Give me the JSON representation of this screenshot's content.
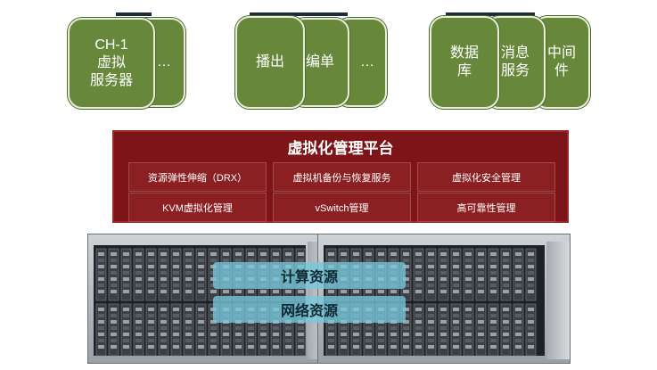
{
  "groups": [
    {
      "cards": [
        "CH-1\n虚拟\n服务器",
        "…"
      ]
    },
    {
      "cards": [
        "播出",
        "编单",
        "…"
      ]
    },
    {
      "cards": [
        "数据\n库",
        "消息\n服务",
        "中间\n件"
      ]
    }
  ],
  "platform": {
    "title": "虚拟化管理平台",
    "cells": [
      "资源弹性伸缩（DRX）",
      "虚拟机备份与恢复服务",
      "虚拟化安全管理",
      "KVM虚拟化管理",
      "vSwitch管理",
      "高可靠性管理"
    ]
  },
  "resources": {
    "compute": "计算资源",
    "network": "网络资源"
  },
  "colors": {
    "card_green": "#67883a",
    "platform_red": "#7d1518",
    "resource_cyan": "#78c8dc"
  }
}
